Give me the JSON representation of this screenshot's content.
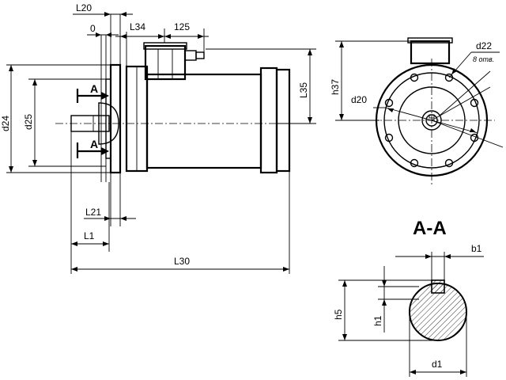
{
  "labels": {
    "l20": "L20",
    "zero": "0",
    "l34": "L34",
    "dim125": "125",
    "l35": "L35",
    "d24": "d24",
    "d25": "d25",
    "l21": "L21",
    "l1": "L1",
    "l30": "L30",
    "h37": "h37",
    "d22": "d22",
    "holes": "8 отв.",
    "d20": "d20",
    "section_title": "А-А",
    "section_mark_top": "A",
    "section_mark_bottom": "A",
    "b1": "b1",
    "h5": "h5",
    "h1": "h1",
    "d1": "d1"
  }
}
